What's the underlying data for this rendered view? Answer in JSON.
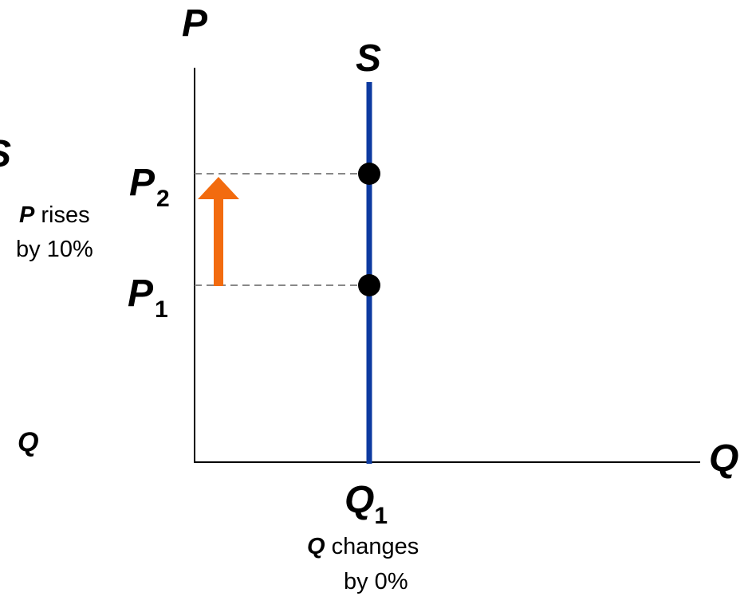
{
  "axes": {
    "y_label": "P",
    "x_label": "Q"
  },
  "curve": {
    "label": "S",
    "color": "#0d3aa0"
  },
  "price_ticks": {
    "p1": {
      "letter": "P",
      "sub": "1"
    },
    "p2": {
      "letter": "P",
      "sub": "2"
    }
  },
  "quantity_tick": {
    "letter": "Q",
    "sub": "1"
  },
  "price_note": {
    "var": "P",
    "line1_rest": " rises",
    "line2": "by 10%"
  },
  "quantity_note": {
    "var": "Q",
    "line1_rest": " changes",
    "line2": "by 0%"
  },
  "cut_off_text": {
    "left_s": "S",
    "left_q": "Q"
  },
  "arrow": {
    "color": "#f26b0f",
    "direction": "up"
  },
  "points": [
    {
      "name": "point-p1-q1",
      "color": "#000000"
    },
    {
      "name": "point-p2-q1",
      "color": "#000000"
    }
  ]
}
